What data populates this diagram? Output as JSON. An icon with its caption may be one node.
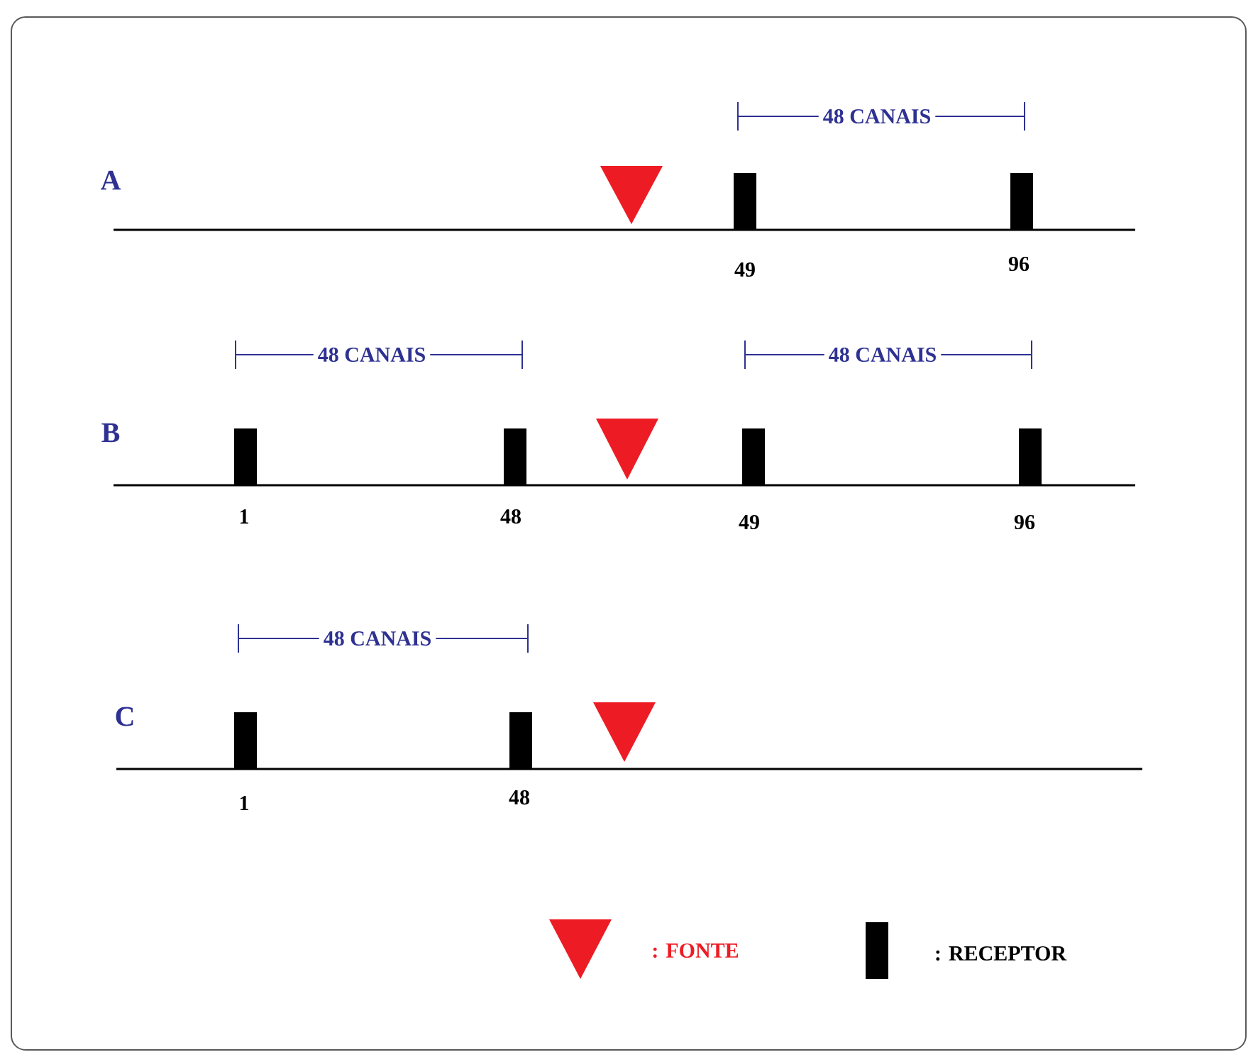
{
  "diagram": {
    "labels": [
      "48 CANAIS",
      "A",
      "49",
      "96",
      "48 CANAIS",
      "48 CANAIS",
      "B",
      "1",
      "48",
      "49",
      "96",
      "48 CANAIS",
      "C",
      "1",
      "48"
    ],
    "legend": [
      {
        "text": ": FONTE"
      },
      {
        "text": ": RECEPTOR"
      }
    ]
  }
}
